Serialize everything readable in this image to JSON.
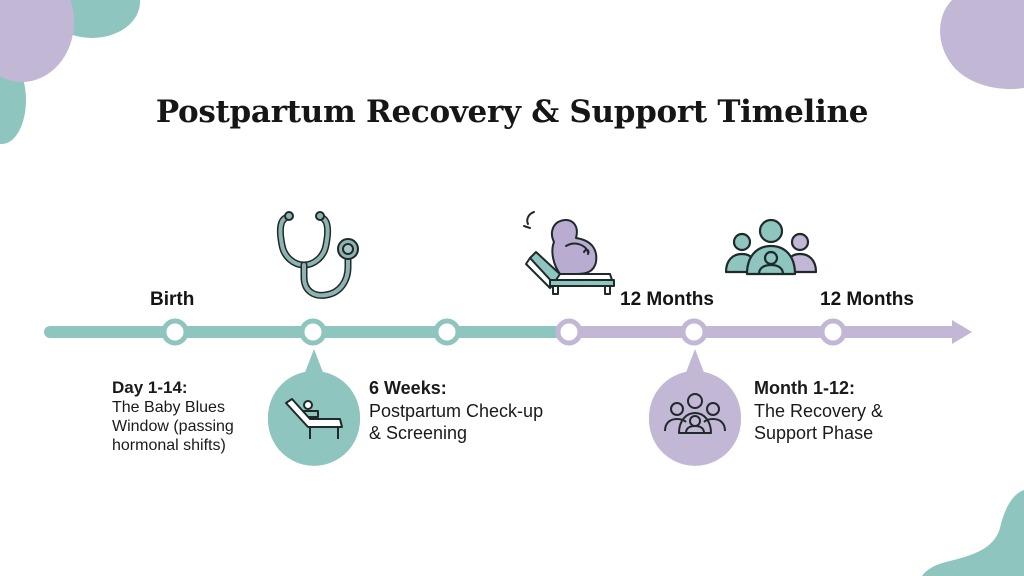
{
  "title": "Postpartum Recovery & Support Timeline",
  "colors": {
    "teal": "#8ec5be",
    "teal_dark": "#7ab8b0",
    "lavender": "#c3b7d6",
    "lavender_light": "#cfc5df",
    "icon_stroke": "#1f2a2a",
    "text": "#141414"
  },
  "timeline": {
    "top_labels": [
      {
        "text": "Birth"
      },
      {
        "text": "12 Months"
      },
      {
        "text": "12 Months"
      }
    ],
    "nodes": [
      {
        "phase": "teal"
      },
      {
        "phase": "teal"
      },
      {
        "phase": "teal"
      },
      {
        "phase": "lavender"
      },
      {
        "phase": "lavender"
      },
      {
        "phase": "lavender"
      }
    ],
    "arrow": "arrow-right"
  },
  "top_icons": [
    {
      "name": "stethoscope-icon"
    },
    {
      "name": "mother-in-bed-icon"
    },
    {
      "name": "support-group-icon"
    }
  ],
  "milestones": [
    {
      "heading": "Day 1-14:",
      "lines": [
        "The Baby Blues",
        "Window (passing",
        "hormonal shifts)"
      ]
    },
    {
      "heading": "6 Weeks:",
      "lines": [
        "Postpartum Check-up",
        "& Screening"
      ],
      "badge_icon": "recliner-rest-icon"
    },
    {
      "heading": "Month 1-12:",
      "lines": [
        "The Recovery &",
        "Support Phase"
      ],
      "badge_icon": "support-group-icon"
    }
  ]
}
